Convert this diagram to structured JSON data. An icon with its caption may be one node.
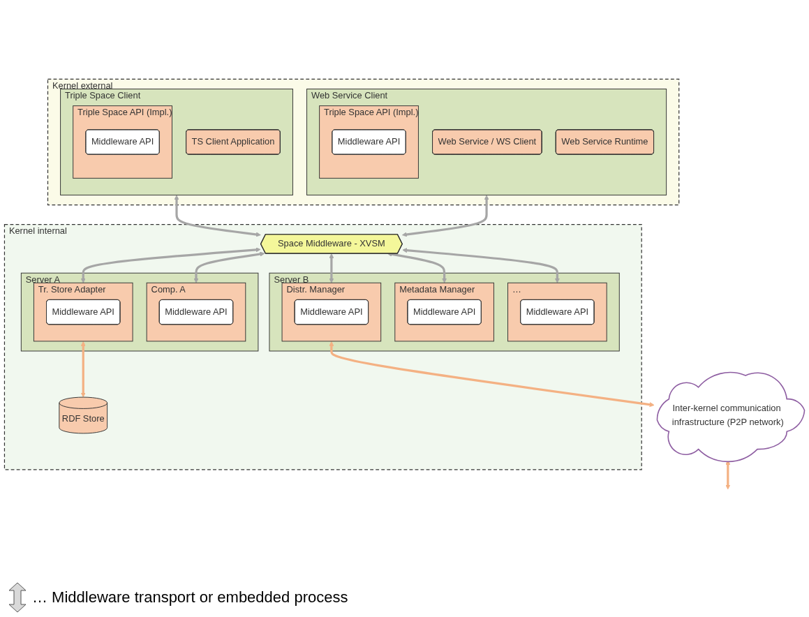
{
  "diagram": {
    "nodes": [
      {
        "text": [
          "Kernel external"
        ]
      },
      {
        "text": [
          "Triple Space Client"
        ],
        "in": 0
      },
      {
        "text": [
          "TS Client Application"
        ],
        "in": 1
      },
      {
        "text": [
          "Triple Space API (Impl.)"
        ],
        "in": 1
      },
      {
        "text": [
          "Middleware API"
        ],
        "in": 3
      },
      {
        "text": [
          "Web Service Client"
        ],
        "in": 0
      },
      {
        "text": [
          "Web Service / WS Client"
        ],
        "in": 5
      },
      {
        "text": [
          "Web Service Runtime"
        ],
        "in": 5
      },
      {
        "text": [
          "Triple Space API (Impl.)"
        ],
        "in": 5
      },
      {
        "text": [
          "Middleware API"
        ],
        "in": 8
      },
      {
        "text": [
          "Kernel internal"
        ]
      },
      {
        "text": [
          "Server A"
        ],
        "in": 10
      },
      {
        "text": [
          "Server B"
        ],
        "in": 10
      },
      {
        "text": [
          "Space Middleware - XVSM"
        ],
        "in": 10
      },
      {
        "text": [
          "Comp. A"
        ],
        "in": 11
      },
      {
        "text": [
          "Middleware API"
        ],
        "in": 14
      },
      {
        "text": [
          "Tr. Store Adapter"
        ],
        "in": 11
      },
      {
        "text": [
          "Middleware API"
        ],
        "in": 16
      },
      {
        "text": [
          "…"
        ],
        "in": 12
      },
      {
        "text": [
          "Middleware API"
        ],
        "in": 18
      },
      {
        "text": [
          "Metadata Manager"
        ],
        "in": 12
      },
      {
        "text": [
          "Middleware API"
        ],
        "in": 20
      },
      {
        "text": [
          "Distr. Manager"
        ],
        "in": 12
      },
      {
        "text": [
          "Middleware API"
        ],
        "in": 22
      },
      {
        "text": [
          "RDF Store"
        ],
        "in": 10
      },
      {
        "text": [
          "Inter-kernel communication infrastructure (P2P network)"
        ]
      }
    ],
    "edges": [
      {
        "from": 1,
        "to": 13,
        "arrow": "both"
      },
      {
        "from": 5,
        "to": 13,
        "arrow": "both"
      },
      {
        "from": 13,
        "to": 14,
        "arrow": "both"
      },
      {
        "from": 13,
        "to": 16,
        "arrow": "both"
      },
      {
        "from": 13,
        "to": 18,
        "arrow": "both"
      },
      {
        "from": 13,
        "to": 20,
        "arrow": "both"
      },
      {
        "from": 13,
        "to": 22,
        "arrow": "both"
      },
      {
        "from": 16,
        "to": 24,
        "arrow": "both",
        "color": "#f4b183"
      },
      {
        "from": 22,
        "to": 25,
        "arrow": "both",
        "color": "#f4b183"
      },
      {
        "from": 25,
        "to": null,
        "arrow": "both",
        "color": "#f4b183"
      }
    ],
    "legend": [
      {
        "text": "… Middleware transport or embedded process"
      }
    ]
  }
}
